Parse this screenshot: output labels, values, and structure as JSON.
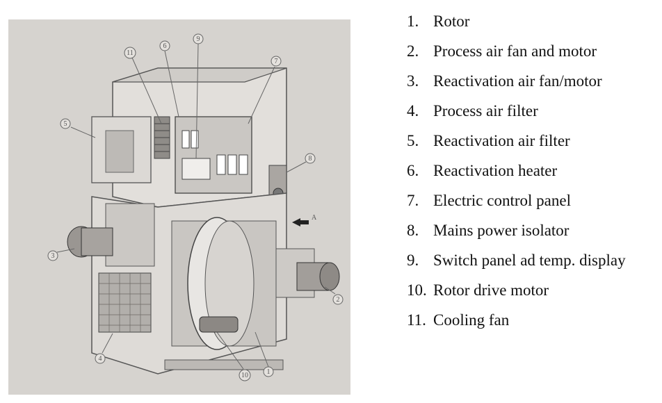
{
  "figure": {
    "callouts": [
      "1",
      "2",
      "3",
      "4",
      "5",
      "6",
      "7",
      "8",
      "9",
      "10",
      "11"
    ],
    "arrow_label": "A"
  },
  "legend": {
    "items": [
      {
        "num": "1.",
        "label": "Rotor"
      },
      {
        "num": "2.",
        "label": "Process air fan and motor"
      },
      {
        "num": "3.",
        "label": "Reactivation air fan/motor"
      },
      {
        "num": "4.",
        "label": "Process air filter"
      },
      {
        "num": "5.",
        "label": "Reactivation air filter"
      },
      {
        "num": "6.",
        "label": "Reactivation heater"
      },
      {
        "num": "7.",
        "label": "Electric control panel"
      },
      {
        "num": "8.",
        "label": "Mains power isolator"
      },
      {
        "num": "9.",
        "label": "Switch panel ad temp. display"
      },
      {
        "num": "10.",
        "label": "Rotor drive motor"
      },
      {
        "num": "11.",
        "label": "Cooling fan"
      }
    ]
  }
}
